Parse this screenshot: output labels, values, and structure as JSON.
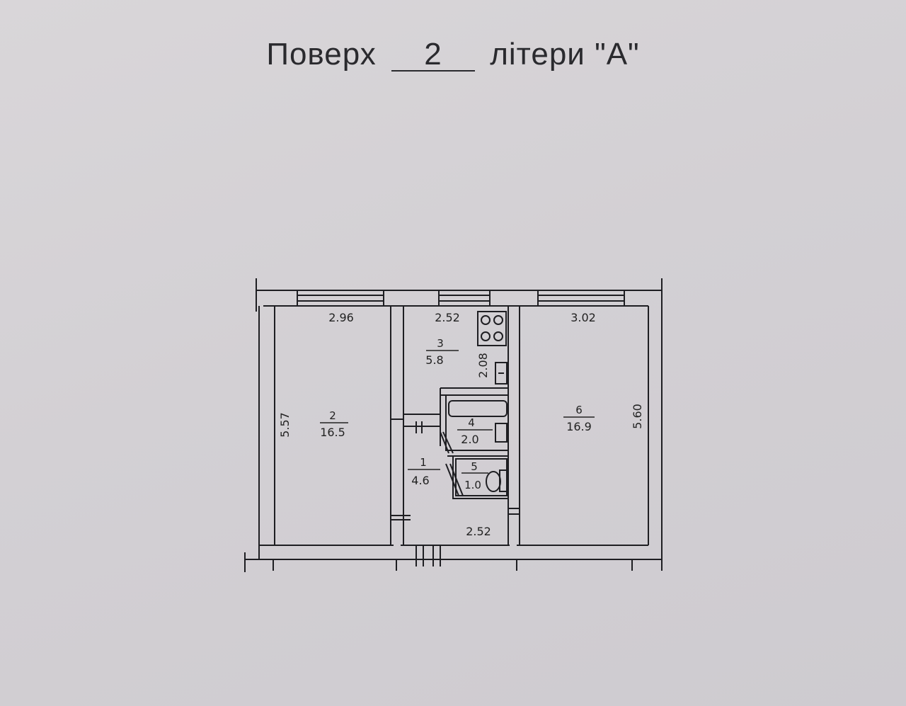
{
  "title": {
    "prefix": "Поверх",
    "floor": "2",
    "suffix": "літери \"А\""
  },
  "plan": {
    "dims": {
      "room2_width": "2.96",
      "room2_length": "5.57",
      "room3_width": "2.52",
      "room3_length": "2.08",
      "room6_width": "3.02",
      "room6_length": "5.60",
      "hall_width": "2.52"
    },
    "rooms": [
      {
        "number": "2",
        "area": "16.5"
      },
      {
        "number": "3",
        "area": "5.8"
      },
      {
        "number": "4",
        "area": "2.0"
      },
      {
        "number": "1",
        "area": "4.6"
      },
      {
        "number": "5",
        "area": "1.0"
      },
      {
        "number": "6",
        "area": "16.9"
      }
    ]
  }
}
